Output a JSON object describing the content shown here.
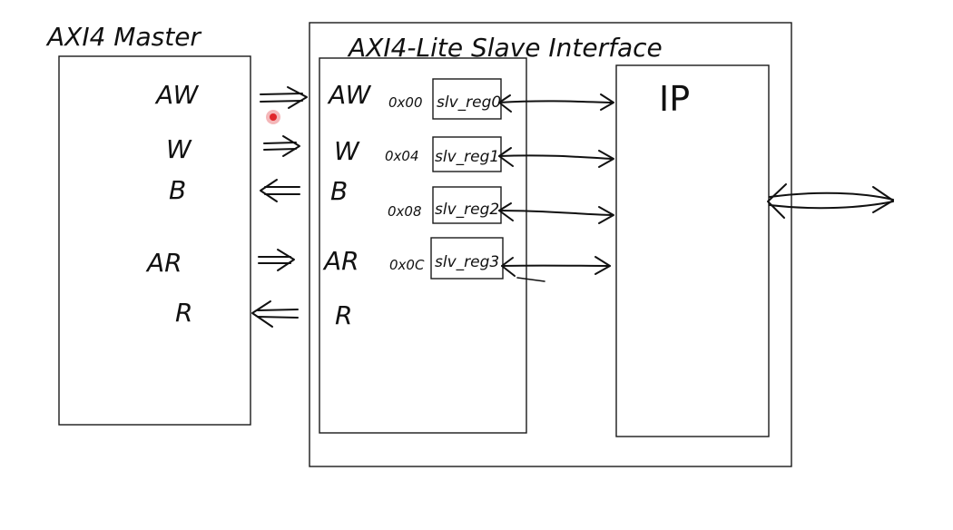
{
  "master": {
    "title": "AXI4 Master",
    "signals": [
      "AW",
      "W",
      "B",
      "AR",
      "R"
    ]
  },
  "slave": {
    "title": "AXI4-Lite Slave Interface",
    "signals": [
      "AW",
      "W",
      "B",
      "AR",
      "R"
    ],
    "registers": [
      {
        "address": "0x00",
        "name": "slv_reg0"
      },
      {
        "address": "0x04",
        "name": "slv_reg1"
      },
      {
        "address": "0x08",
        "name": "slv_reg2"
      },
      {
        "address": "0x0C",
        "name": "slv_reg3"
      }
    ]
  },
  "ip": {
    "label": "IP"
  },
  "colors": {
    "ink": "#111111",
    "cursor": "#e0262b"
  }
}
